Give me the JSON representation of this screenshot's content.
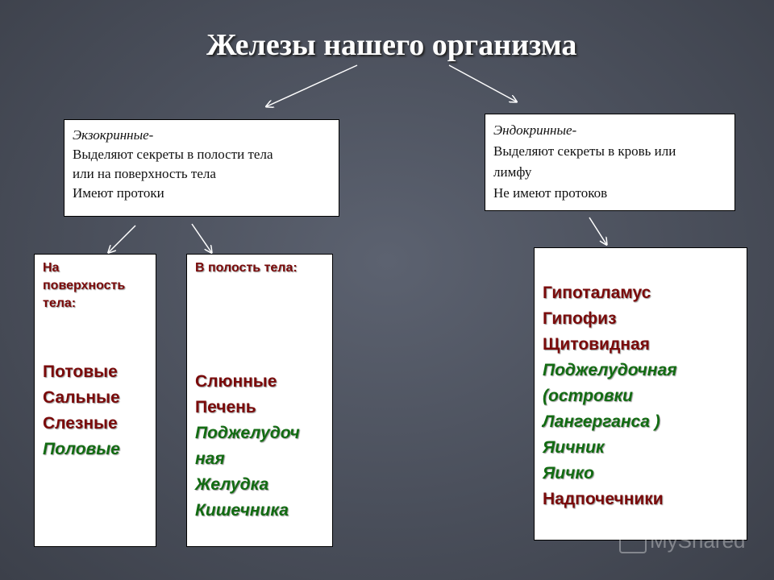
{
  "title": "Железы нашего организма",
  "exocrine": {
    "heading": "Экзокринные-",
    "lines": [
      "Выделяют секреты в полости тела",
      "или на поверхность тела",
      "Имеют протоки"
    ]
  },
  "endocrine": {
    "heading": "Эндокринные-",
    "lines": [
      "Выделяют секреты в кровь или",
      "лимфу",
      "Не имеют протоков"
    ]
  },
  "surface": {
    "heading": [
      "На",
      "поверхность",
      "тела:"
    ],
    "items": [
      "Потовые",
      "Сальные",
      "Слезные",
      "Половые"
    ]
  },
  "cavity": {
    "heading": "В полость тела:",
    "items": [
      "Слюнные",
      "Печень",
      "Поджелудоч",
      "ная",
      "Желудка",
      "Кишечника"
    ]
  },
  "endocrine_glands": {
    "items": [
      "Гипоталамус",
      "Гипофиз",
      "Щитовидная",
      "Поджелудочная",
      "(островки",
      "Лангерганса )",
      "Яичник",
      "Яичко",
      "Надпочечники"
    ]
  },
  "watermark": "MyShared",
  "colors": {
    "background": "#4a4f5b",
    "dark_red": "#7a0a0a",
    "green": "#126b12"
  }
}
